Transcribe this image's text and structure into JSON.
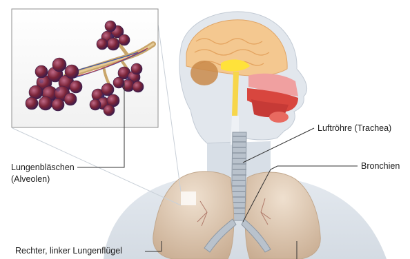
{
  "labels": {
    "alveoli": [
      "Lungenbläschen",
      "(Alveolen)"
    ],
    "trachea": "Luftröhre (Trachea)",
    "bronchi": "Bronchien",
    "lungs": "Rechter, linker Lungenflügel"
  },
  "colors": {
    "skin": "#dde3ea",
    "brain": "#f4c890",
    "mouth": "#d8463e",
    "lung": "#e8d6c2",
    "airway": "#b9c2cc",
    "alveoli": "#7a2438",
    "bronchiole": "#c9a66b",
    "leader_line": "#333333"
  }
}
